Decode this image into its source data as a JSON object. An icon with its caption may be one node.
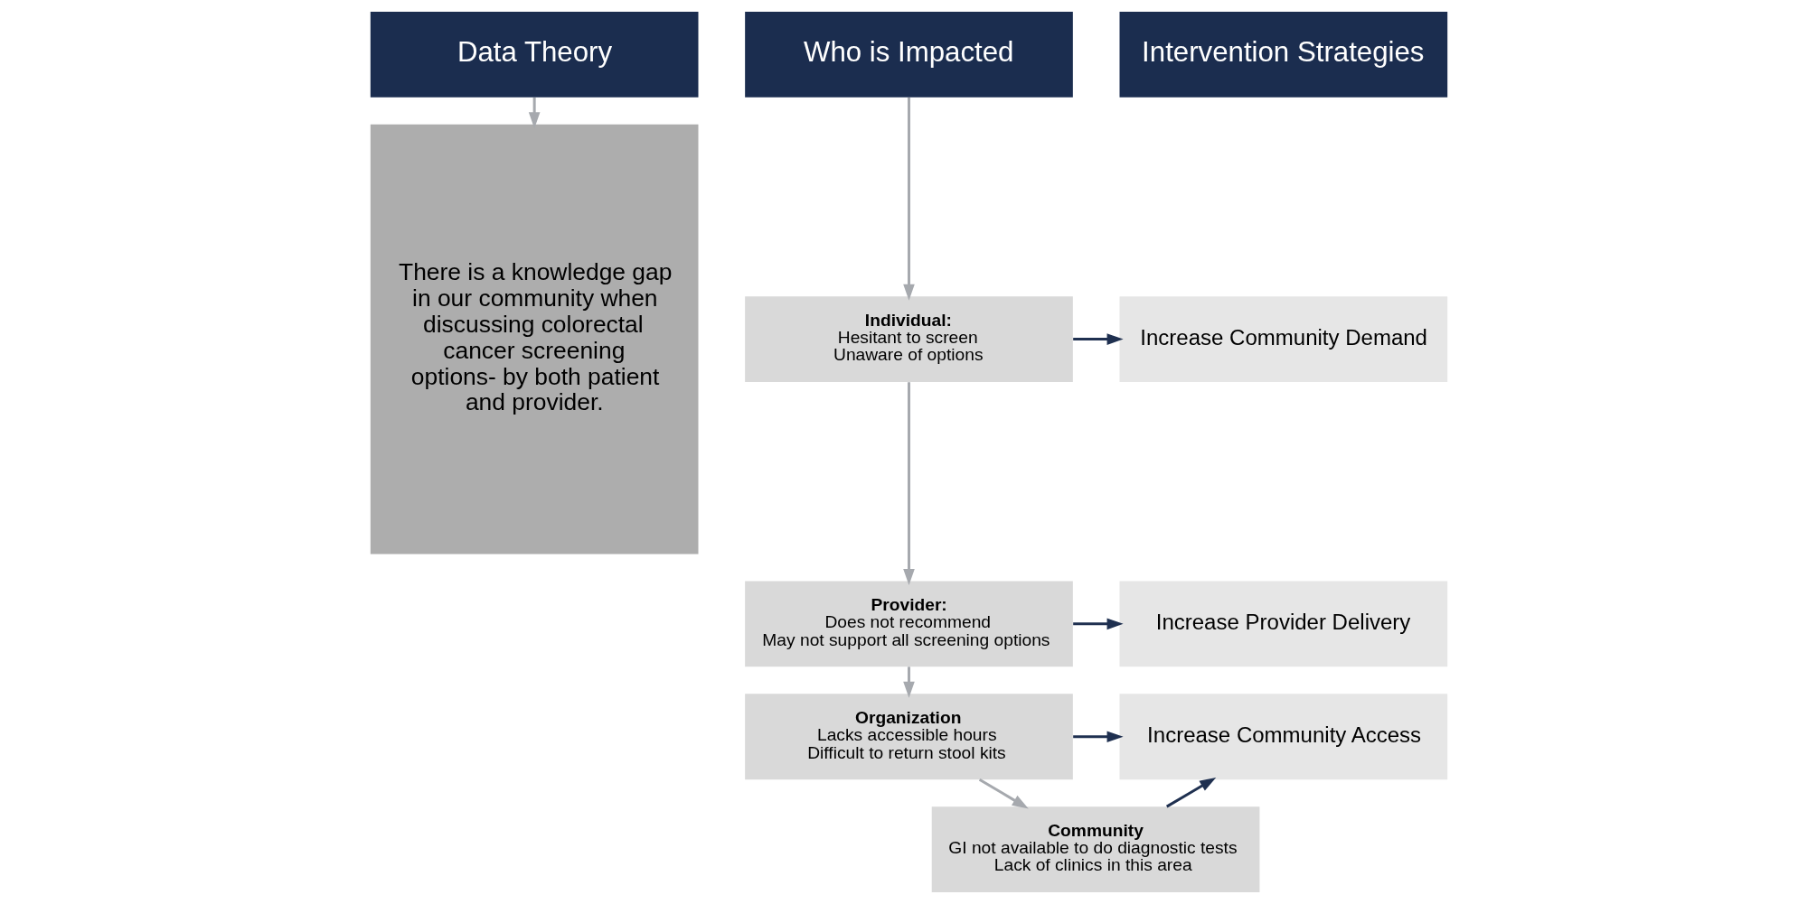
{
  "diagram": {
    "nodes": [
      {
        "text": [
          "Data Theory"
        ]
      },
      {
        "text": [
          "Who is Impacted"
        ]
      },
      {
        "text": [
          "Intervention Strategies"
        ]
      },
      {
        "text": [
          "There is a knowledge gap in our community when discussing colorectal cancer screening options- by both patient and provider."
        ]
      },
      {
        "text": [
          "Individual:",
          "Hesitant to screen",
          "Unaware of options"
        ]
      },
      {
        "text": [
          "Provider:",
          "Does not recommend",
          "May not support all screening options"
        ]
      },
      {
        "text": [
          "Organization",
          "Lacks accessible hours",
          "Difficult to return stool kits"
        ]
      },
      {
        "text": [
          "Community",
          "GI not available to do diagnostic tests",
          "Lack of clinics in this area"
        ]
      },
      {
        "text": [
          "Increase Community Demand"
        ]
      },
      {
        "text": [
          "Increase Provider Delivery"
        ]
      },
      {
        "text": [
          "Increase Community Access"
        ]
      }
    ],
    "edges": [
      {
        "from": 0,
        "to": 3,
        "arrow": "to"
      },
      {
        "from": 1,
        "to": 4,
        "arrow": "to"
      },
      {
        "from": 4,
        "to": 5,
        "arrow": "to"
      },
      {
        "from": 5,
        "to": 6,
        "arrow": "to"
      },
      {
        "from": 6,
        "to": 7,
        "arrow": "to"
      },
      {
        "from": 4,
        "to": 8,
        "arrow": "to",
        "color": "#1f3050"
      },
      {
        "from": 5,
        "to": 9,
        "arrow": "to",
        "color": "#1f3050"
      },
      {
        "from": 6,
        "to": 10,
        "arrow": "to",
        "color": "#1f3050"
      },
      {
        "from": 7,
        "to": 10,
        "arrow": "to",
        "color": "#1f3050"
      }
    ]
  }
}
